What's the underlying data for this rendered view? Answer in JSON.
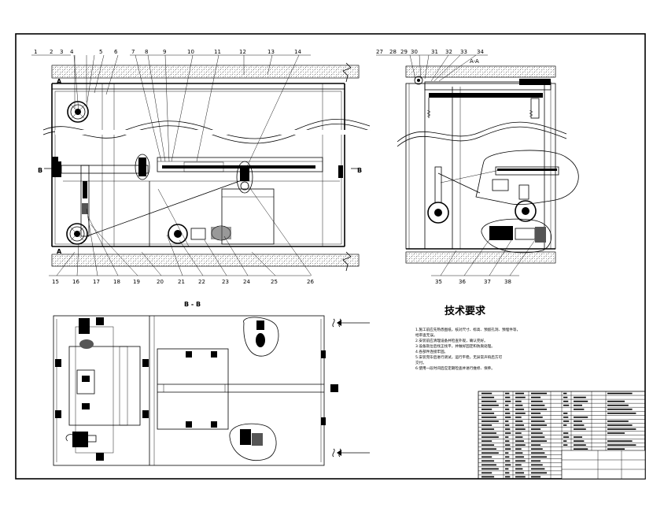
{
  "front_view": {
    "section_label": "A",
    "section_label_bottom": "A",
    "side_label_left": "B",
    "side_label_right": "B",
    "callouts_top": [
      "1",
      "2",
      "3",
      "4",
      "5",
      "6",
      "7",
      "8",
      "9",
      "10",
      "11",
      "12",
      "13",
      "14"
    ],
    "callouts_bottom": [
      "15",
      "16",
      "17",
      "18",
      "19",
      "20",
      "21",
      "22",
      "23",
      "24",
      "25",
      "26"
    ]
  },
  "side_view": {
    "title": "A-A",
    "callouts_top": [
      "27",
      "28",
      "29",
      "30",
      "31",
      "32",
      "33",
      "34"
    ],
    "callouts_bottom": [
      "35",
      "36",
      "37",
      "38"
    ]
  },
  "plan_view": {
    "title": "B - B"
  },
  "requirements": {
    "title": "技术要求",
    "lines": [
      "1.施工前应先熟悉图纸，核对尺寸、标高、预留孔洞、预埋件等，",
      "  经审查无误。",
      "2.安装前应清理设备并检查外观，确认完好。",
      "3.设备就位后找正找平，并做好固定和防腐处理。",
      "4.各部件连接牢固。",
      "5.安装完毕后进行调试，运行平稳，无异常声响后方可",
      "  交付。",
      "6.使用一段时间后应定期检查并进行维修、保养。"
    ]
  }
}
